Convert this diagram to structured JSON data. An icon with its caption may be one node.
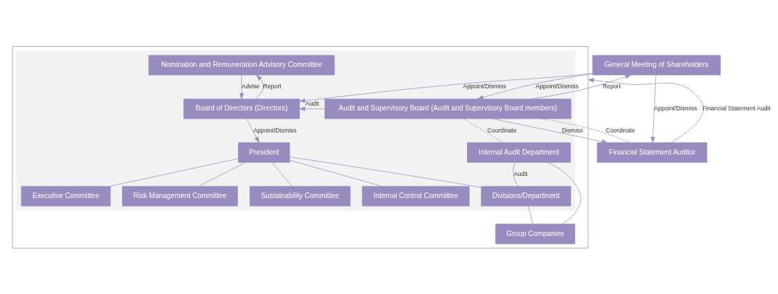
{
  "diagram": {
    "nodes": [
      {
        "text": [
          "General Meeting of Shareholders"
        ]
      },
      {
        "text": [],
        "shape": "box"
      },
      {
        "text": [],
        "shape": "box",
        "in": 1
      },
      {
        "text": [
          "Nomination and Remuneration Advisory Committee"
        ],
        "in": 2
      },
      {
        "text": [
          "Board of Directors (Directors)"
        ],
        "in": 2
      },
      {
        "text": [
          "Audit and Supervisory Board (Audit and Supervisory Board members)"
        ],
        "in": 2
      },
      {
        "text": [
          "President"
        ],
        "in": 2
      },
      {
        "text": [
          "Internal Audit Department"
        ],
        "in": 2
      },
      {
        "text": [
          "Executive Committee"
        ],
        "in": 2
      },
      {
        "text": [
          "Risk Management Committee"
        ],
        "in": 2
      },
      {
        "text": [
          "Sustainability Committee"
        ],
        "in": 2
      },
      {
        "text": [
          "Internal Control Committee"
        ],
        "in": 2
      },
      {
        "text": [
          "Divisions/Department"
        ],
        "in": 2
      },
      {
        "text": [
          "Group Companies"
        ],
        "in": 1
      },
      {
        "text": [
          "Financial Statement Auditor"
        ]
      }
    ],
    "edges": [
      {
        "from": 0,
        "to": 4,
        "arrow": "to",
        "label": "Appoint/Dismiss"
      },
      {
        "from": 0,
        "to": 5,
        "arrow": "to",
        "label": "Appoint/Dismiss"
      },
      {
        "from": 5,
        "to": 0,
        "arrow": "to",
        "label": "Report"
      },
      {
        "from": 0,
        "to": 14,
        "arrow": "to",
        "label": "Appoint/Dismiss"
      },
      {
        "from": 3,
        "to": 4,
        "arrow": "to",
        "label": "Advise"
      },
      {
        "from": 4,
        "to": 3,
        "arrow": "to",
        "label": "Report"
      },
      {
        "from": 5,
        "to": 4,
        "arrow": "to",
        "label": "Audit"
      },
      {
        "from": 5,
        "to": 14,
        "arrow": "to",
        "label": "Dismiss"
      },
      {
        "from": 5,
        "to": 14,
        "arrow": "none",
        "label": "Coordinate",
        "style": "dashed"
      },
      {
        "from": 4,
        "to": 6,
        "arrow": "to",
        "label": "Appoint/Dismiss"
      },
      {
        "from": 5,
        "to": 7,
        "arrow": "none",
        "label": "Coordinate",
        "style": "dashed"
      },
      {
        "from": 14,
        "to": 1,
        "arrow": "to",
        "label": "Financial Statement Audit"
      },
      {
        "from": 6,
        "to": 8,
        "arrow": "none"
      },
      {
        "from": 6,
        "to": 9,
        "arrow": "none"
      },
      {
        "from": 6,
        "to": 10,
        "arrow": "none"
      },
      {
        "from": 6,
        "to": 11,
        "arrow": "none"
      },
      {
        "from": 6,
        "to": 12,
        "arrow": "none"
      },
      {
        "from": 12,
        "to": 13,
        "arrow": "none"
      },
      {
        "from": 7,
        "to": 12,
        "arrow": "none",
        "label": "Audit"
      },
      {
        "from": 7,
        "to": 13,
        "arrow": "none"
      }
    ]
  }
}
